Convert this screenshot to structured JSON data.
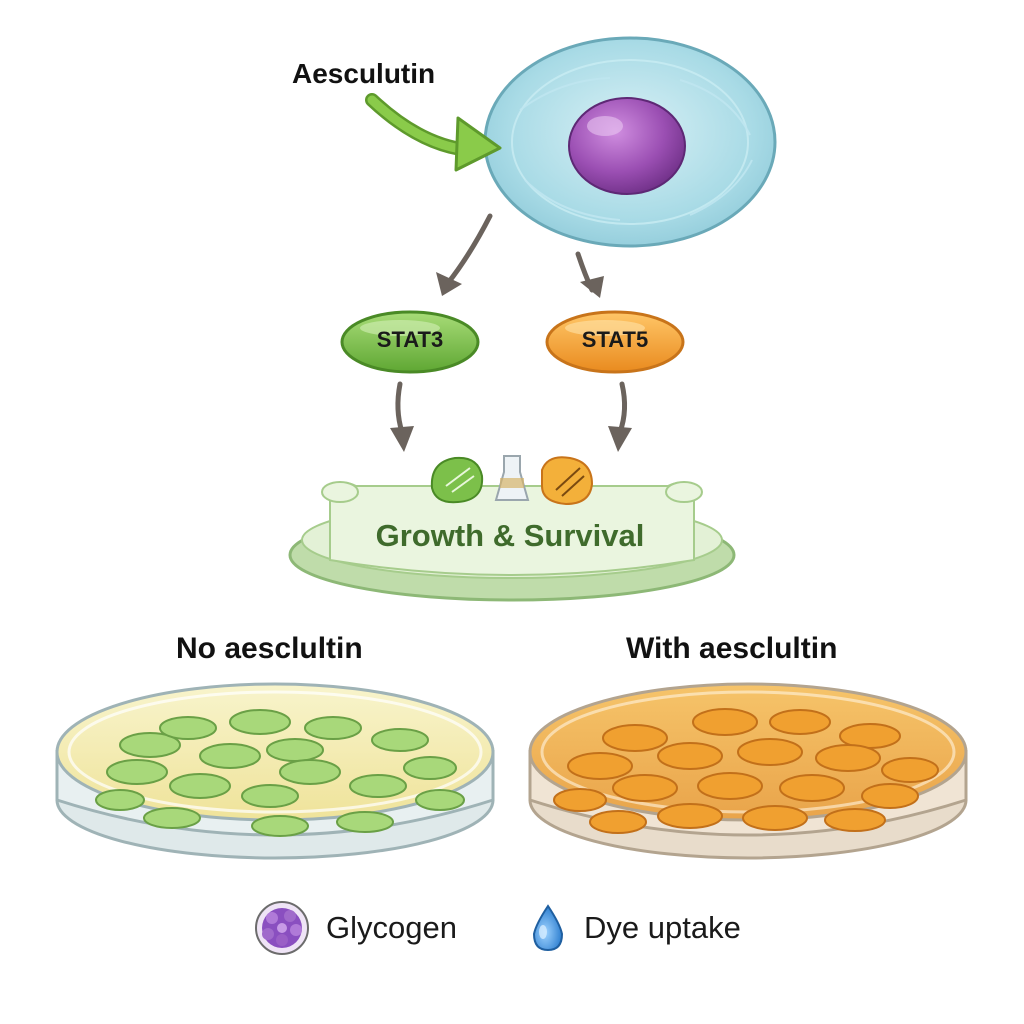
{
  "drug": {
    "label": "Aesculutin"
  },
  "pathway": {
    "stat3": {
      "label": "STAT3",
      "color": "#7cc04a"
    },
    "stat5": {
      "label": "STAT5",
      "color": "#f3a23a"
    },
    "outcome": {
      "label": "Growth & Survival"
    }
  },
  "dishes": {
    "left": {
      "title": "No aesclultin",
      "cell_color": "#a8d87a",
      "medium_color": "#f4efb8"
    },
    "right": {
      "title": "With aesclultin",
      "cell_color": "#f0a030",
      "medium_color": "#f3c070"
    }
  },
  "legend": {
    "items": [
      {
        "label": "Glycogen",
        "icon": "glycogen-cluster-icon",
        "color": "#8a4fc0"
      },
      {
        "label": "Dye uptake",
        "icon": "water-drop-icon",
        "color": "#3a8fd8"
      }
    ]
  },
  "colors": {
    "cell_body": "#a9dbe6",
    "nucleus": "#9b4fb3",
    "drug_arrow": "#8acb4a",
    "pathway_arrow": "#6b635d",
    "platform": "#d9ecc7"
  }
}
